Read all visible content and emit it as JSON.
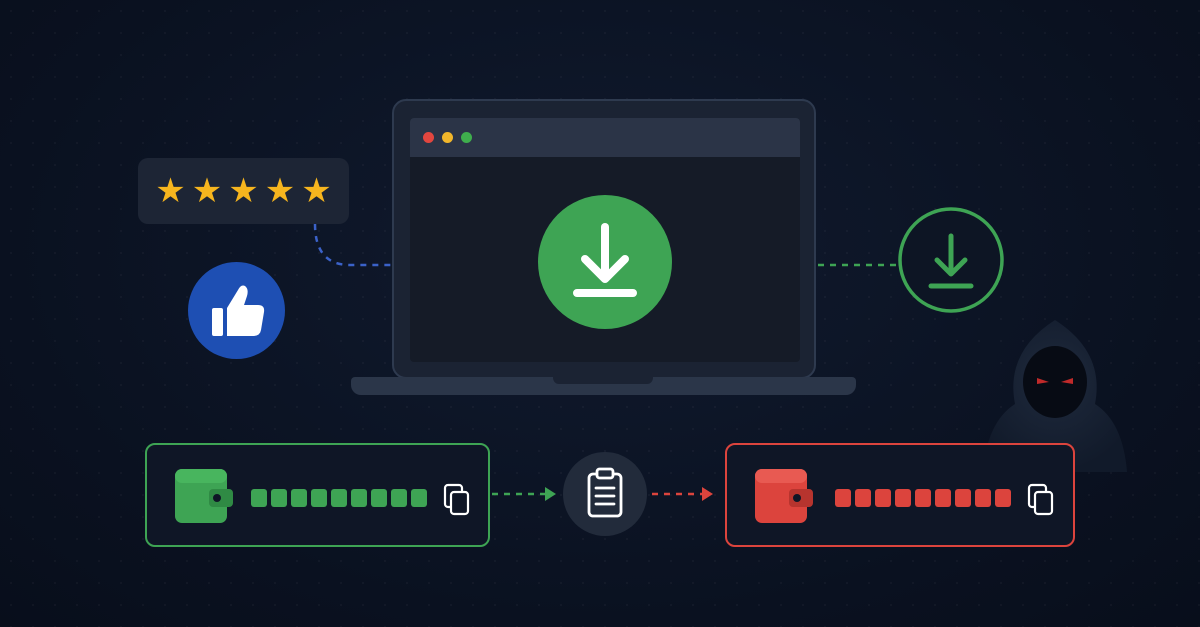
{
  "rating": {
    "stars": 5,
    "max_stars": 5
  },
  "colors": {
    "background": "#0b1221",
    "success_green": "#3ea454",
    "danger_red": "#dc443d",
    "star_yellow": "#f6b51e",
    "like_blue": "#1e4fb3",
    "link_blue": "#3b62c9"
  },
  "icons": {
    "rating": "star-icon",
    "like": "thumbs-up-icon",
    "download": "download-icon",
    "wallet": "wallet-icon",
    "copy": "copy-icon",
    "clipboard": "clipboard-icon",
    "hacker": "hooded-hacker-icon"
  },
  "wallets": {
    "original": {
      "masked_segments": 9,
      "color": "#3ea454"
    },
    "replaced": {
      "masked_segments": 9,
      "color": "#dc443d"
    }
  },
  "browser_dots": [
    "#e2463f",
    "#f1b62b",
    "#3fae4d"
  ]
}
